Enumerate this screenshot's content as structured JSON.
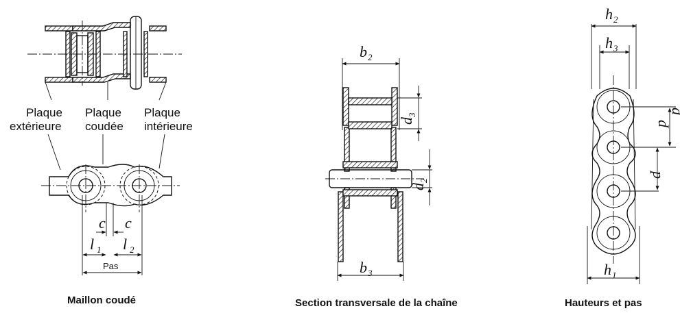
{
  "left_panel": {
    "labels": {
      "outer_plate_1": "Plaque",
      "outer_plate_2": "extérieure",
      "bent_plate_1": "Plaque",
      "bent_plate_2": "coudée",
      "inner_plate_1": "Plaque",
      "inner_plate_2": "intérieure"
    },
    "dims": {
      "c_left": "c",
      "c_right": "c",
      "l1": "l",
      "l1_sub": "1",
      "l2": "l",
      "l2_sub": "2",
      "pitch": "Pas"
    },
    "caption": "Maillon coudé"
  },
  "middle_panel": {
    "dims": {
      "b2": "b",
      "b2_sub": "2",
      "b3": "b",
      "b3_sub": "3",
      "d3": "d",
      "d3_sub": "3",
      "d2": "d",
      "d2_sub": "2"
    },
    "caption": "Section transversale de la chaîne"
  },
  "right_panel": {
    "dims": {
      "h2": "h",
      "h2_sub": "2",
      "h3": "h",
      "h3_sub": "3",
      "h1": "h",
      "h1_sub": "1",
      "p_upper": "p",
      "p_upper2": "p",
      "p_lower": "p"
    },
    "caption": "Hauteurs et pas"
  }
}
